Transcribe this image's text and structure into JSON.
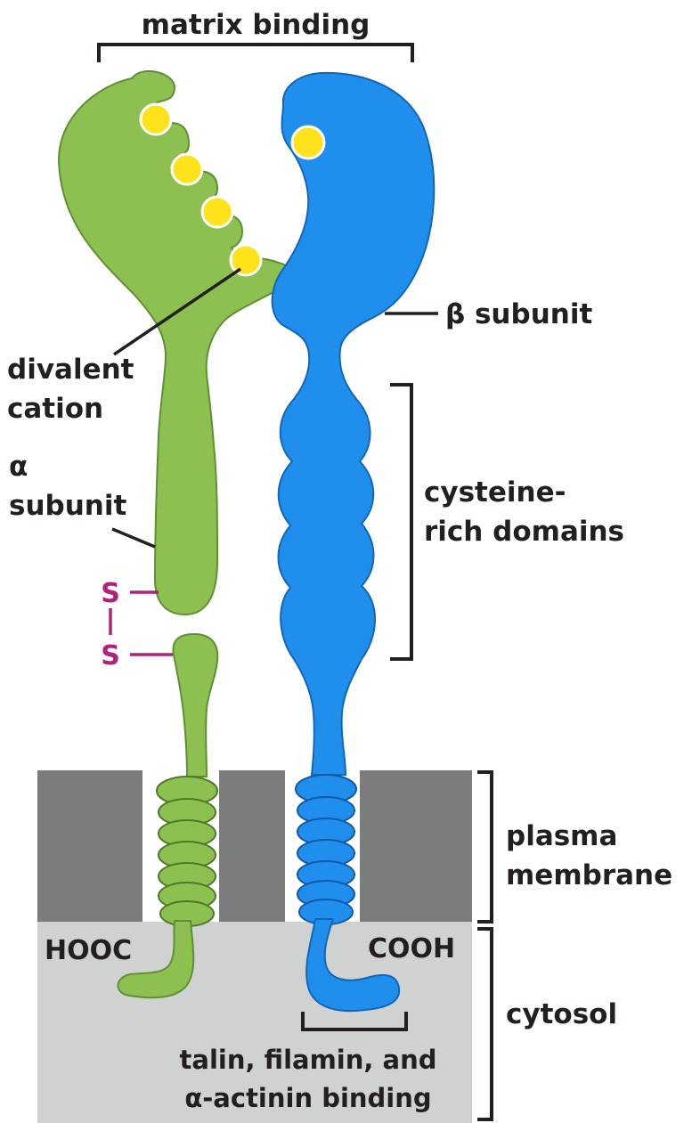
{
  "labels": {
    "matrix_binding": "matrix binding",
    "beta_subunit": "β subunit",
    "divalent_cation_line1": "divalent",
    "divalent_cation_line2": "cation",
    "alpha_subunit_line1": "α",
    "alpha_subunit_line2": "subunit",
    "cysteine_line1": "cysteine-",
    "cysteine_line2": "rich domains",
    "disulfide_s1": "S",
    "disulfide_s2": "S",
    "plasma_line1": "plasma",
    "plasma_line2": "membrane",
    "cytosol": "cytosol",
    "hooc": "HOOC",
    "cooh": "COOH",
    "talin_line1": "talin, filamin, and",
    "talin_line2": "α-actinin binding"
  },
  "colors": {
    "alpha_subunit": "#8cc152",
    "beta_subunit": "#1f8eed",
    "divalent_cation": "#ffe21a",
    "membrane": "#7b7d7c",
    "cytosol": "#cfd2d0",
    "disulfide": "#b0237a",
    "text": "#231f20"
  }
}
